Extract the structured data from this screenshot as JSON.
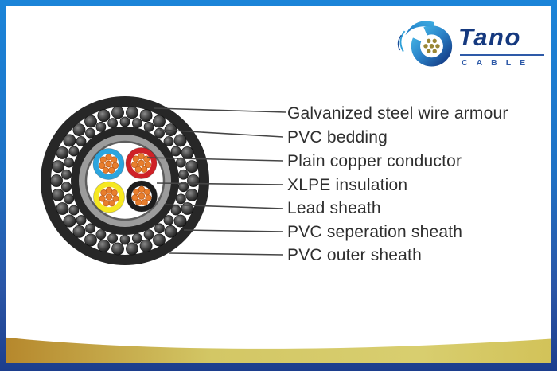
{
  "logo": {
    "brand": "Tano",
    "subtitle": "CABLE"
  },
  "diagram": {
    "labels": [
      "Galvanized steel wire armour",
      "PVC bedding",
      "Plain copper conductor",
      "XLPE insulation",
      "Lead sheath",
      "PVC seperation sheath",
      "PVC outer sheath"
    ]
  },
  "colors": {
    "frame_top": "#1B84D8",
    "frame_bottom": "#1C3E8D",
    "sheath_black": "#272727",
    "bedding_black": "#262626",
    "lead_gray": "#9C9C9C",
    "lead_gray_edge": "#5E5E5E",
    "armour_wire_dark": "#1A1A1A",
    "armour_wire_light": "#8A8A8A",
    "copper": "#E87E2D",
    "copper_edge": "#C2601C",
    "conductor_blue": "#2CA5DE",
    "conductor_red": "#CF2127",
    "conductor_yellow": "#F6E821",
    "conductor_black": "#1D1D1D",
    "leader_line": "#454545",
    "label_text": "#2E2E2E",
    "gold_band_left": "#B5862B",
    "gold_band_mid": "#D5C968",
    "gold_band_right": "#D2C258",
    "brand_navy": "#15397F",
    "brand_blue": "#2D9FD8",
    "logo_dot_gold": "#998634"
  }
}
